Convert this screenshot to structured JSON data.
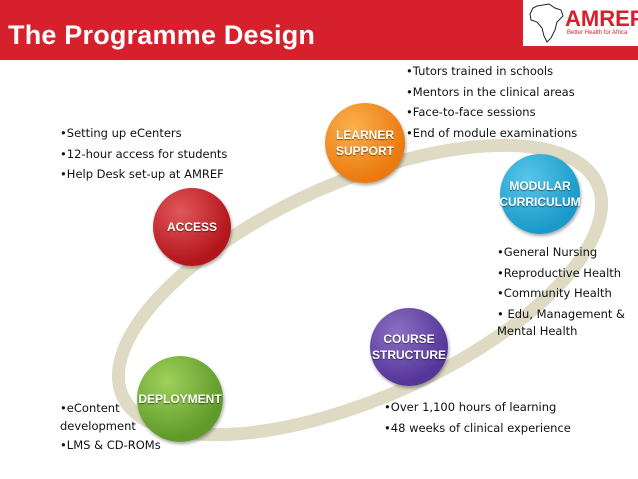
{
  "header": {
    "title": "The Programme Design",
    "logo_text": "AMREF",
    "logo_tagline": "Better Health for Africa",
    "color": "#d6202b"
  },
  "nodes": [
    {
      "key": "access",
      "label": "ACCESS",
      "color": "#c1262c",
      "bullets": [
        "Setting up eCenters",
        "12-hour access for students",
        "Help Desk set-up at AMREF"
      ]
    },
    {
      "key": "learner",
      "label_lines": [
        "LEARNER",
        "SUPPORT"
      ],
      "color": "#f28c1f",
      "bullets": [
        "Tutors trained in schools",
        "Mentors in the clinical areas",
        "Face-to-face sessions",
        "End of module examinations"
      ]
    },
    {
      "key": "modular",
      "label_lines": [
        "MODULAR",
        "CURRICULUM"
      ],
      "color": "#29aee0",
      "bullets": [
        "General Nursing",
        "Reproductive Health",
        "Community Health",
        " Edu, Management & Mental Health"
      ]
    },
    {
      "key": "course",
      "label_lines": [
        "COURSE",
        "STRUCTURE"
      ],
      "color": "#6a4aab",
      "bullets": [
        "Over 1,100 hours of learning",
        "48 weeks of clinical experience"
      ]
    },
    {
      "key": "deploy",
      "label": "DEPLOYMENT",
      "color": "#7bb53c",
      "bullets": [
        "eContent development",
        "LMS & CD-ROMs"
      ]
    }
  ]
}
